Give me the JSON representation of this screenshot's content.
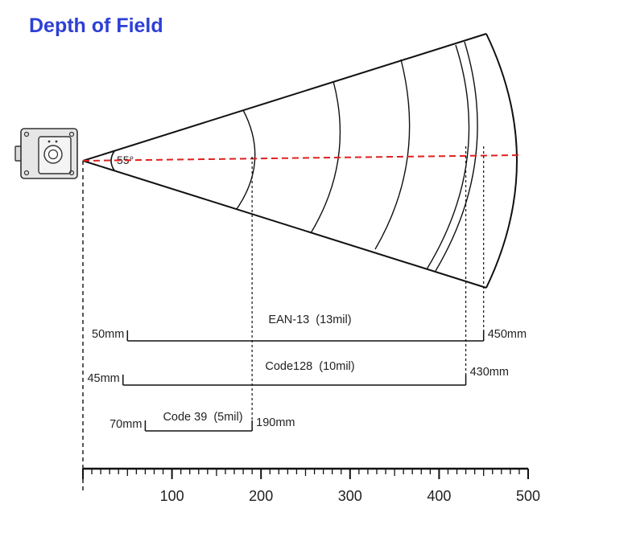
{
  "title": "Depth of Field",
  "angle_label": "55°",
  "beam_color": "#e02020",
  "title_color": "#2e3fd6",
  "axis": {
    "min": 0,
    "max": 500,
    "major_step": 100,
    "minor_step": 10,
    "ticks": [
      {
        "value": 100,
        "label": "100"
      },
      {
        "value": 200,
        "label": "200"
      },
      {
        "value": 300,
        "label": "300"
      },
      {
        "value": 400,
        "label": "400"
      },
      {
        "value": 500,
        "label": "500"
      }
    ]
  },
  "ranges": [
    {
      "name": "EAN-13  (13mil)",
      "near": 50,
      "far": 450,
      "near_label": "50mm",
      "far_label": "450mm"
    },
    {
      "name": "Code128  (10mil)",
      "near": 45,
      "far": 430,
      "near_label": "45mm",
      "far_label": "430mm"
    },
    {
      "name": "Code 39  (5mil)",
      "near": 70,
      "far": 190,
      "near_label": "70mm",
      "far_label": "190mm"
    }
  ],
  "icons": {
    "scanner": "scanner-device-icon"
  }
}
